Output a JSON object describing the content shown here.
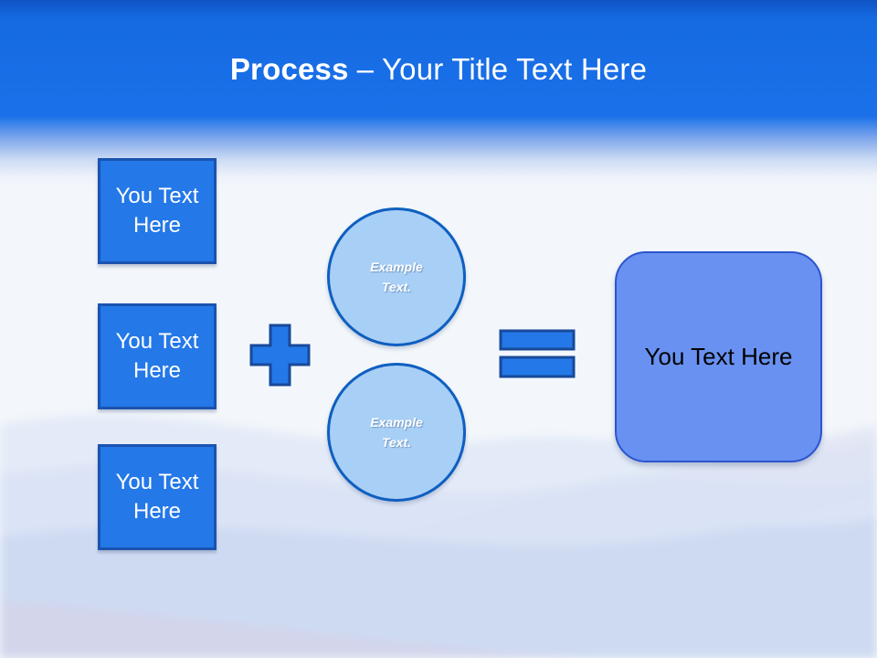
{
  "header": {
    "title_bold": "Process",
    "title_rest": "– Your Title Text Here",
    "text_color": "#FFFFFF",
    "gradient_top": "#0E53C5",
    "gradient_bottom": "#1B71E9"
  },
  "diagram": {
    "input_boxes": [
      {
        "label": "You Text Here"
      },
      {
        "label": "You Text Here"
      },
      {
        "label": "You Text Here"
      }
    ],
    "circles": [
      {
        "label": "Example Text."
      },
      {
        "label": "Example Text."
      }
    ],
    "operators": {
      "plus": "+",
      "equals": "=",
      "fill": "#2478E8",
      "stroke": "#18499A"
    },
    "result_box": {
      "label": "You Text Here",
      "fill": "#6991F1",
      "border": "#2B55CE",
      "text_color": "#000000"
    },
    "box_fill": "#2478E8",
    "box_border": "#1B53B0",
    "circle_fill": "#A8CFF5",
    "circle_border": "#0E5FC0"
  }
}
